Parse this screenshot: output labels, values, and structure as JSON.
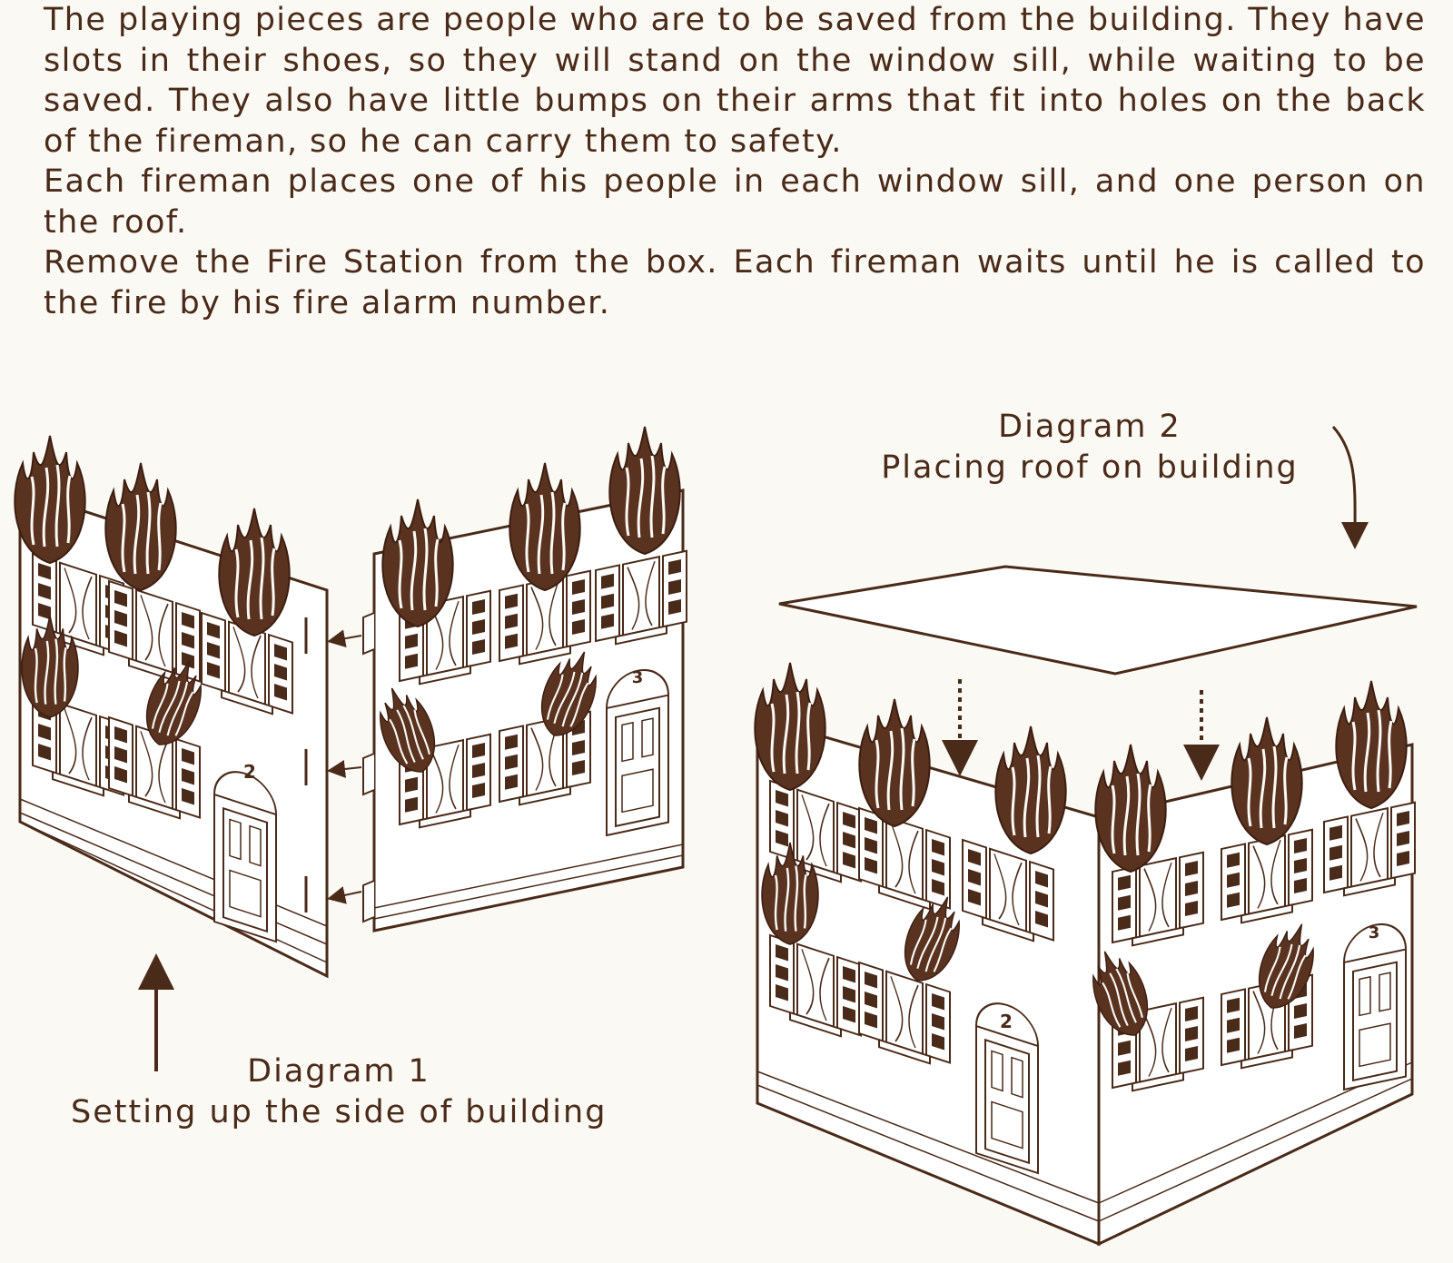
{
  "instructions": {
    "paragraph_1": "The playing pieces are people who are to be saved from the building. They have slots in their shoes, so they will stand on the window sill, while waiting to be saved. They also have little bumps on their arms that fit into holes on the back of the fireman, so he can carry them to safety.",
    "paragraph_2": "Each fireman places one of his people in each window sill, and one person on the roof.",
    "paragraph_3": "Remove the Fire Station from the box. Each fireman waits until he is called to the fire by his fire alarm number."
  },
  "diagram_1": {
    "title": "Diagram 1",
    "subtitle": "Setting up the side of building",
    "door_numbers": [
      "2",
      "3"
    ]
  },
  "diagram_2": {
    "title": "Diagram 2",
    "subtitle": "Placing roof on building",
    "door_numbers": [
      "2",
      "3"
    ]
  },
  "colors": {
    "ink": "#4a2a18",
    "paper": "#fbf9f4",
    "flame": "#5a3320"
  }
}
